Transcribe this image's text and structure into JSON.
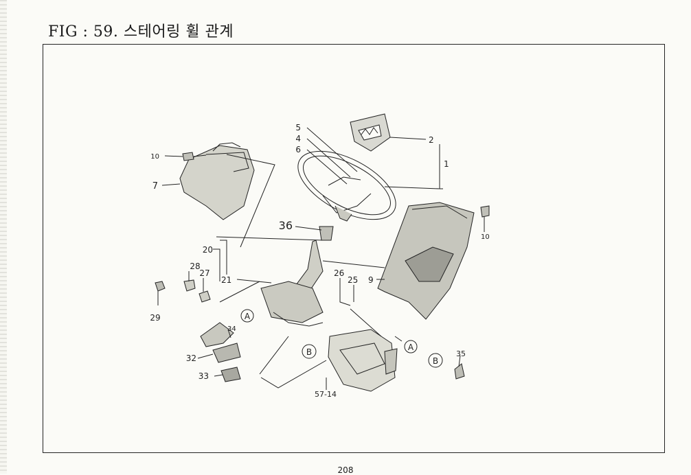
{
  "title": "FIG : 59. 스테어링 휠 관계",
  "page_number": "208",
  "callouts": {
    "p1": "1",
    "p2": "2",
    "p4": "4",
    "p5": "5",
    "p6": "6",
    "p7": "7",
    "p9": "9",
    "p10a": "10",
    "p10b": "10",
    "p20": "20",
    "p21": "21",
    "p25": "25",
    "p26": "26",
    "p27": "27",
    "p28": "28",
    "p29": "29",
    "p32": "32",
    "p33": "33",
    "p34": "34",
    "p35": "35",
    "p36": "36",
    "p5714": "57-14"
  },
  "markers": {
    "a": "A",
    "b": "B"
  }
}
